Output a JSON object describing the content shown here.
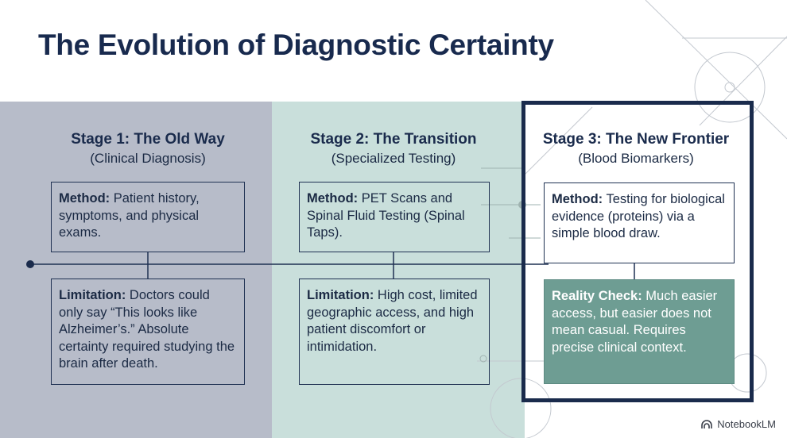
{
  "title": "The Evolution of Diagnostic Certainty",
  "stages": [
    {
      "title": "Stage 1: The Old Way",
      "subtitle": "(Clinical Diagnosis)",
      "method_label": "Method:",
      "method_text": " Patient history, symptoms, and physical exams.",
      "limitation_label": "Limitation:",
      "limitation_text": " Doctors could only say “This looks like Alzheimer’s.” Absolute certainty required studying the brain after death."
    },
    {
      "title": "Stage 2: The Transition",
      "subtitle": "(Specialized Testing)",
      "method_label": "Method:",
      "method_text": " PET Scans and Spinal Fluid Testing (Spinal Taps).",
      "limitation_label": "Limitation:",
      "limitation_text": " High cost, limited geographic access, and high patient discomfort or intimidation."
    },
    {
      "title": "Stage 3: The New Frontier",
      "subtitle": "(Blood Biomarkers)",
      "method_label": "Method:",
      "method_text": " Testing for biological evidence (proteins) via a simple blood draw.",
      "limitation_label": "Reality Check:",
      "limitation_text": " Much easier access, but easier does not mean casual. Requires precise clinical context."
    }
  ],
  "brand": "NotebookLM",
  "colors": {
    "navy": "#1a2b4c",
    "stage1_bg": "#b7bcc9",
    "stage2_bg": "#c9dfdb",
    "reality_check_bg": "#6e9d93"
  }
}
